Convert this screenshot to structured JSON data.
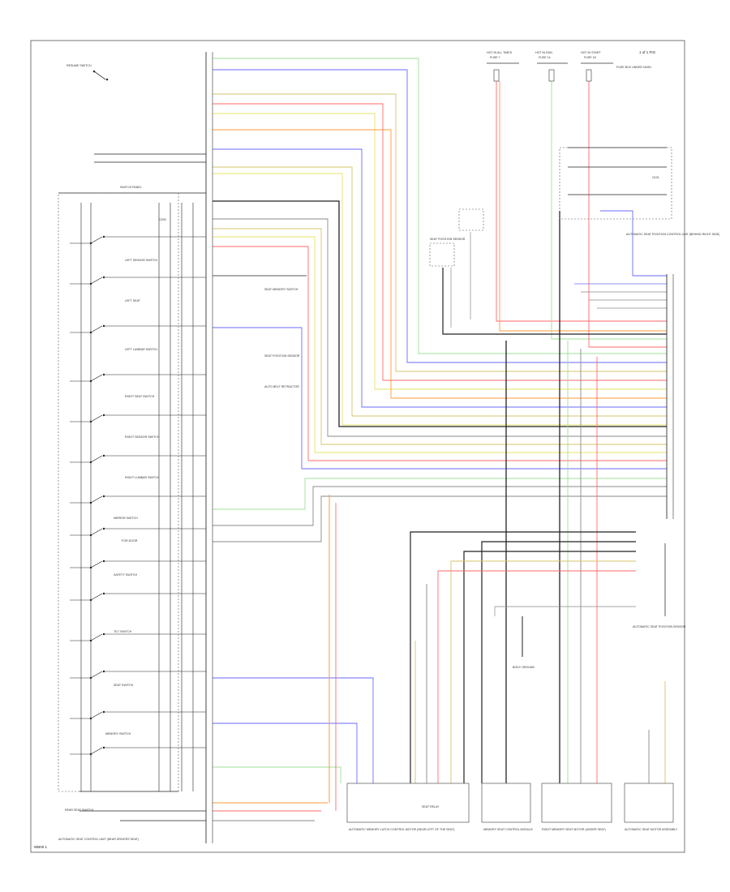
{
  "diagram": {
    "page_ref": "1 of 1 FIG",
    "footnote": "WB00 1",
    "colors": {
      "frame": "#555555",
      "black": "#222222",
      "gray": "#8a8a8a",
      "red": "#ff6a6a",
      "orange": "#ff9a3a",
      "yellow": "#e6e36a",
      "green": "#9fe09a",
      "blue": "#6a6aff",
      "tan": "#d6c46a",
      "light": "#b9b9b9"
    },
    "components": {
      "hot_fuses": [
        {
          "label": "HOT IN ALL TIMES",
          "fuse": "FUSE 7"
        },
        {
          "label": "HOT IN RUN",
          "fuse": "FUSE 14"
        },
        {
          "label": "HOT IN START",
          "fuse": "FUSE 18"
        }
      ],
      "fuse_note": "FUSE BOX UNDER DASH",
      "switch_panel": "SWITCH PANEL",
      "ground_left": "G200",
      "dash_switches": [
        "LEFT SENSOR SWITCH",
        "LEFT SEAT",
        "LEFT LUMBAR SWITCH",
        "RIGHT SEAT SWITCH",
        "RIGHT SENSOR SWITCH",
        "RIGHT LUMBAR SWITCH",
        "MIRROR SWITCH",
        "FOR DOOR",
        "SAFETY SWITCH",
        "TILT SWITCH",
        "SEAT SWITCH",
        "MEMORY SWITCH"
      ],
      "rear_switch": "REAR SEAT SWITCH",
      "bottom_left": "AUTOMATIC SEAT CONTROL UNIT (NEAR DRIVERS SEAT)",
      "memory_left": "RESUME SWITCH",
      "right_ground_top": "G101",
      "right_ctrl_unit": "AUTOMATIC SEAT POSITION CONTROL UNIT (BEHIND RIGHT SIDE)",
      "seat_sensor": "SEAT POSITION SENSOR",
      "lower_right_sensor": "AUTOMATIC SEAT POSITION SENSOR",
      "seat_relay": "SEAT RELAY",
      "bottom_labels": [
        "AUTOMATIC MEMORY LATCH CONTROL MOTOR (NEAR LEFT OF THE SEAT)",
        "MEMORY SEAT CONTROL MODULE",
        "RIGHT MEMORY SEAT MOTOR (UNDER SEAT)",
        "AUTOMATIC SEAT MOTOR ASSEMBLY"
      ],
      "mid_labels": [
        "SEAT MEMORY SWITCH",
        "SEAT POSITION SENSOR",
        "AUTO BELT RETRACTOR",
        "BODY GROUND"
      ]
    }
  }
}
